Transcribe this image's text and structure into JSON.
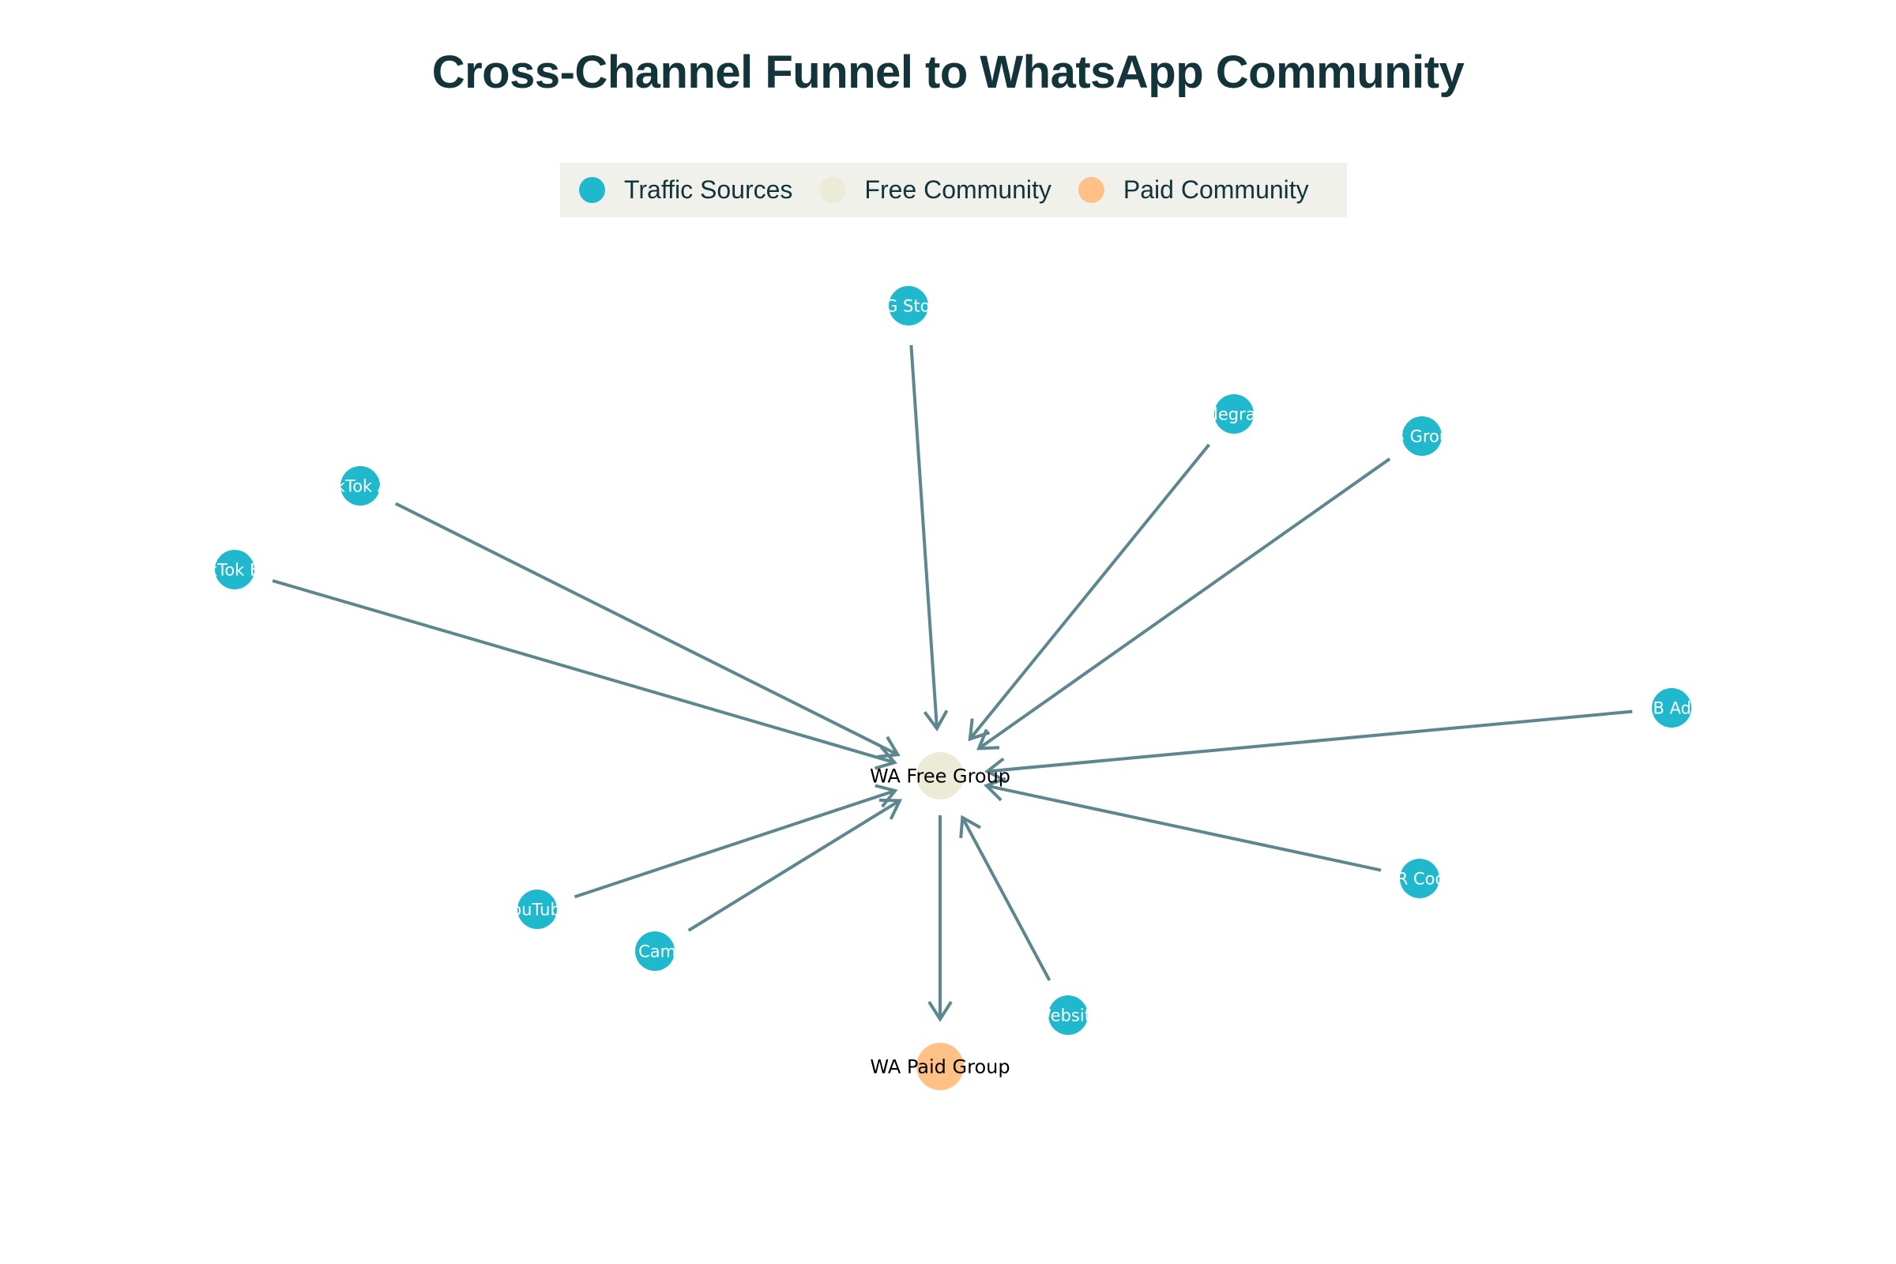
{
  "title": "Cross-Channel Funnel to WhatsApp Community",
  "colors": {
    "traffic": "#1fb8cd",
    "free": "#ecebd5",
    "paid": "#ffc185",
    "edge": "#5d878f",
    "title": "#13343b",
    "legend_bg": "#f0f1ea"
  },
  "legend": {
    "items": [
      {
        "label": "Traffic Sources",
        "color": "#1fb8cd"
      },
      {
        "label": "Free Community",
        "color": "#ecebd5"
      },
      {
        "label": "Paid Community",
        "color": "#ffc185"
      }
    ]
  },
  "nodes": {
    "traffic": [
      {
        "id": "ig-story",
        "label": "IG Stor"
      },
      {
        "id": "telegram",
        "label": "Telegram"
      },
      {
        "id": "fb-group",
        "label": "FB Group"
      },
      {
        "id": "tiktok-ad",
        "label": "TikTok Ad"
      },
      {
        "id": "tiktok-bio",
        "label": "TikTok Bio"
      },
      {
        "id": "fb-ads",
        "label": "FB Ads"
      },
      {
        "id": "qr-code",
        "label": "QR Code"
      },
      {
        "id": "youtube",
        "label": "YouTube"
      },
      {
        "id": "email",
        "label": "Email Campaign"
      },
      {
        "id": "website",
        "label": "Website"
      }
    ],
    "free": {
      "id": "wa-free",
      "label": "WA Free Group"
    },
    "paid": {
      "id": "wa-paid",
      "label": "WA Paid Group"
    }
  }
}
